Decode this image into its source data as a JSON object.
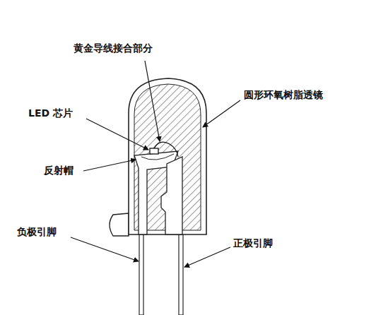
{
  "diagram": {
    "labels": [
      "黄金导线接合部分",
      "圆形环氧树脂透镜",
      "LED 芯片",
      "反射帽",
      "负极引脚",
      "正极引脚"
    ]
  }
}
